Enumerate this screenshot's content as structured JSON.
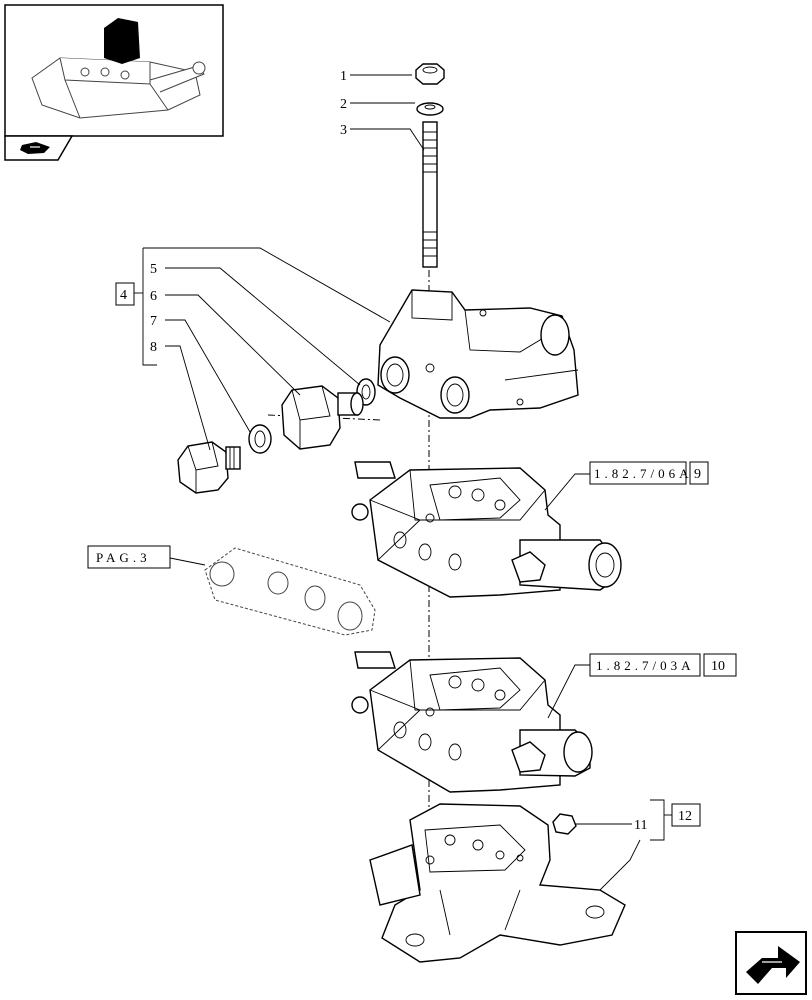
{
  "callouts": {
    "c1": "1",
    "c2": "2",
    "c3": "3",
    "c4": "4",
    "c5": "5",
    "c6": "6",
    "c7": "7",
    "c8": "8",
    "c9": "9",
    "c10": "10",
    "c11": "11",
    "c12": "12"
  },
  "references": {
    "ref9": "1.82.7/06A",
    "ref10": "1.82.7/03A",
    "pag": "PAG.3"
  },
  "icons": {
    "thumbnail": "tractor-lift-cover-thumbnail",
    "prev": "page-back-arrow-icon",
    "next": "next-page-arrow-icon"
  }
}
